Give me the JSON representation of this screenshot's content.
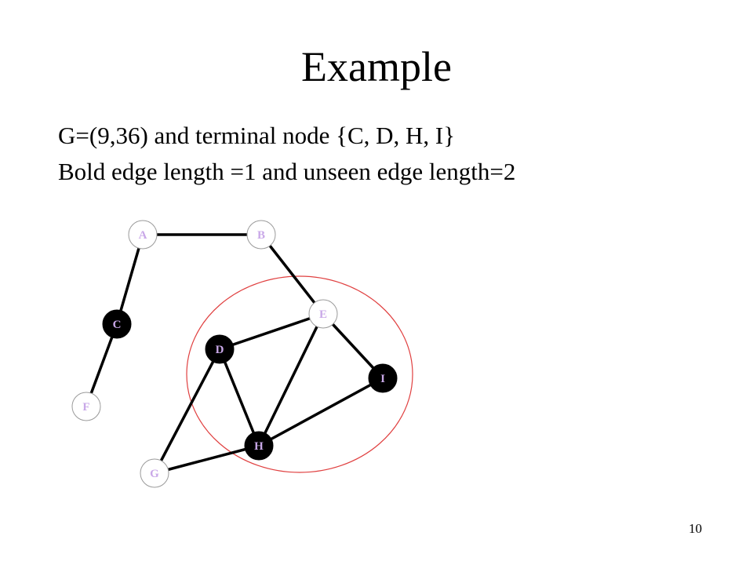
{
  "slide": {
    "title": "Example",
    "line1": "G=(9,36) and terminal node {C, D, H, I}",
    "line2": "Bold edge length =1 and unseen edge length=2",
    "page_number": "10"
  },
  "colors": {
    "terminal_fill": "#000000",
    "terminal_label": "#c9a8e8",
    "plain_fill": "#ffffff",
    "plain_label": "#c9a8e8",
    "edge": "#000000",
    "circle": "#e04040"
  },
  "graph": {
    "nodes": [
      {
        "id": "A",
        "label": "A",
        "terminal": false
      },
      {
        "id": "B",
        "label": "B",
        "terminal": false
      },
      {
        "id": "C",
        "label": "C",
        "terminal": true
      },
      {
        "id": "D",
        "label": "D",
        "terminal": true
      },
      {
        "id": "E",
        "label": "E",
        "terminal": false
      },
      {
        "id": "F",
        "label": "F",
        "terminal": false
      },
      {
        "id": "G",
        "label": "G",
        "terminal": false
      },
      {
        "id": "H",
        "label": "H",
        "terminal": true
      },
      {
        "id": "I",
        "label": "I",
        "terminal": true
      }
    ],
    "edges": [
      [
        "A",
        "B"
      ],
      [
        "A",
        "C"
      ],
      [
        "C",
        "F"
      ],
      [
        "B",
        "E"
      ],
      [
        "E",
        "D"
      ],
      [
        "E",
        "I"
      ],
      [
        "E",
        "H"
      ],
      [
        "D",
        "H"
      ],
      [
        "D",
        "G"
      ],
      [
        "G",
        "H"
      ],
      [
        "H",
        "I"
      ]
    ]
  }
}
